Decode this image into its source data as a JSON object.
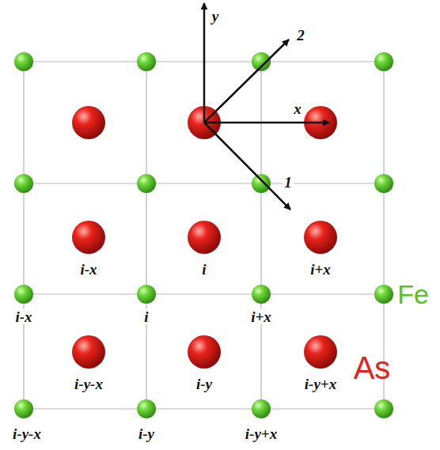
{
  "diagram": {
    "labels": [
      "y",
      "2",
      "x",
      "1",
      "i-x",
      "i",
      "i+x",
      "Fe",
      "i-x",
      "i",
      "i+x",
      "i-y-x",
      "i-y",
      "i-y+x",
      "As",
      "i-y-x",
      "i-y",
      "i-y+x"
    ]
  }
}
